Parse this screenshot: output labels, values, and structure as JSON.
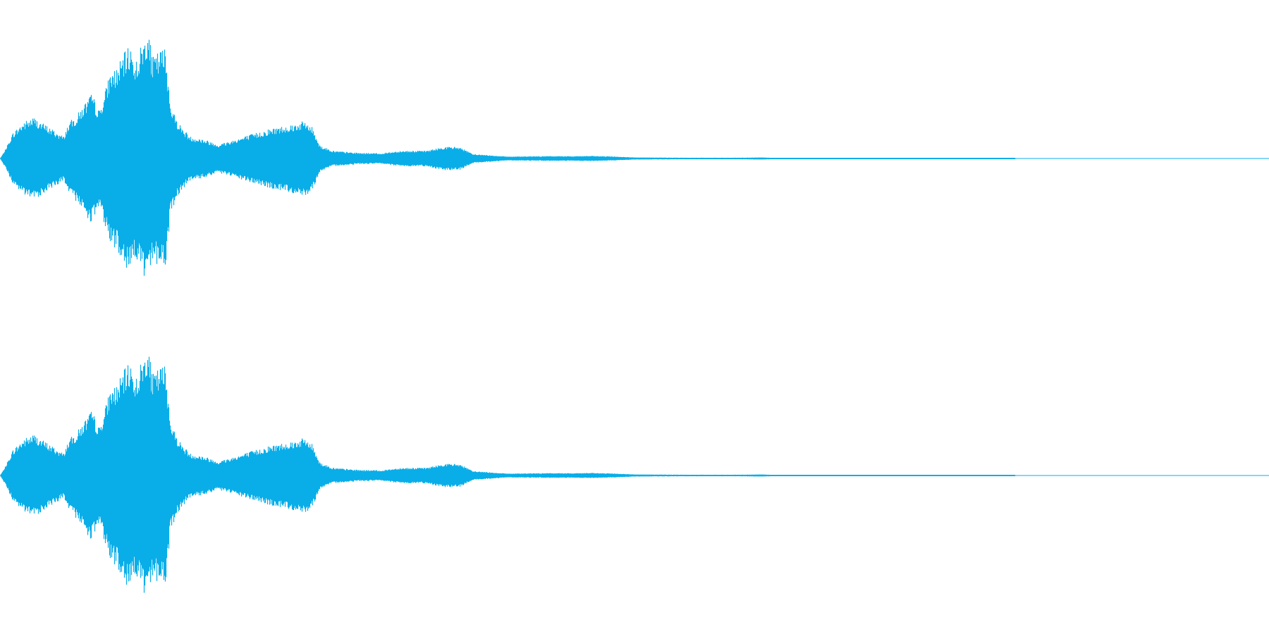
{
  "waveform": {
    "color": "#09aee8",
    "channels": [
      {
        "name": "left",
        "envelope": [
          [
            0.0,
            0.0
          ],
          [
            0.004,
            0.07
          ],
          [
            0.01,
            0.2
          ],
          [
            0.018,
            0.28
          ],
          [
            0.026,
            0.32
          ],
          [
            0.034,
            0.27
          ],
          [
            0.042,
            0.22
          ],
          [
            0.05,
            0.17
          ],
          [
            0.054,
            0.28
          ],
          [
            0.06,
            0.33
          ],
          [
            0.066,
            0.42
          ],
          [
            0.072,
            0.5
          ],
          [
            0.078,
            0.37
          ],
          [
            0.082,
            0.5
          ],
          [
            0.087,
            0.68
          ],
          [
            0.092,
            0.7
          ],
          [
            0.097,
            0.8
          ],
          [
            0.102,
            0.88
          ],
          [
            0.107,
            0.76
          ],
          [
            0.112,
            0.9
          ],
          [
            0.116,
            1.0
          ],
          [
            0.12,
            0.78
          ],
          [
            0.125,
            0.83
          ],
          [
            0.13,
            0.86
          ],
          [
            0.134,
            0.44
          ],
          [
            0.138,
            0.32
          ],
          [
            0.143,
            0.24
          ],
          [
            0.15,
            0.17
          ],
          [
            0.16,
            0.15
          ],
          [
            0.172,
            0.11
          ],
          [
            0.182,
            0.14
          ],
          [
            0.192,
            0.17
          ],
          [
            0.202,
            0.2
          ],
          [
            0.212,
            0.23
          ],
          [
            0.222,
            0.25
          ],
          [
            0.232,
            0.27
          ],
          [
            0.24,
            0.29
          ],
          [
            0.246,
            0.24
          ],
          [
            0.252,
            0.1
          ],
          [
            0.262,
            0.06
          ],
          [
            0.28,
            0.045
          ],
          [
            0.3,
            0.04
          ],
          [
            0.315,
            0.06
          ],
          [
            0.335,
            0.06
          ],
          [
            0.35,
            0.09
          ],
          [
            0.362,
            0.09
          ],
          [
            0.372,
            0.035
          ],
          [
            0.4,
            0.015
          ],
          [
            0.43,
            0.018
          ],
          [
            0.45,
            0.018
          ],
          [
            0.465,
            0.02
          ],
          [
            0.485,
            0.015
          ],
          [
            0.5,
            0.008
          ],
          [
            0.54,
            0.006
          ],
          [
            0.58,
            0.006
          ],
          [
            0.6,
            0.008
          ],
          [
            0.615,
            0.004
          ],
          [
            0.65,
            0.002
          ],
          [
            0.7,
            0.003
          ],
          [
            0.705,
            0.004
          ],
          [
            0.71,
            0.001
          ],
          [
            0.8,
            0.0
          ],
          [
            1.0,
            0.0
          ]
        ]
      },
      {
        "name": "right",
        "envelope": [
          [
            0.0,
            0.0
          ],
          [
            0.004,
            0.07
          ],
          [
            0.01,
            0.2
          ],
          [
            0.018,
            0.28
          ],
          [
            0.026,
            0.32
          ],
          [
            0.034,
            0.27
          ],
          [
            0.042,
            0.22
          ],
          [
            0.05,
            0.17
          ],
          [
            0.054,
            0.28
          ],
          [
            0.06,
            0.33
          ],
          [
            0.066,
            0.42
          ],
          [
            0.072,
            0.5
          ],
          [
            0.078,
            0.37
          ],
          [
            0.082,
            0.5
          ],
          [
            0.087,
            0.68
          ],
          [
            0.092,
            0.7
          ],
          [
            0.097,
            0.8
          ],
          [
            0.102,
            0.88
          ],
          [
            0.107,
            0.76
          ],
          [
            0.112,
            0.9
          ],
          [
            0.116,
            1.0
          ],
          [
            0.12,
            0.78
          ],
          [
            0.125,
            0.83
          ],
          [
            0.13,
            0.86
          ],
          [
            0.134,
            0.44
          ],
          [
            0.138,
            0.32
          ],
          [
            0.143,
            0.24
          ],
          [
            0.15,
            0.17
          ],
          [
            0.16,
            0.15
          ],
          [
            0.172,
            0.11
          ],
          [
            0.182,
            0.14
          ],
          [
            0.192,
            0.17
          ],
          [
            0.202,
            0.2
          ],
          [
            0.212,
            0.23
          ],
          [
            0.222,
            0.25
          ],
          [
            0.232,
            0.27
          ],
          [
            0.24,
            0.29
          ],
          [
            0.246,
            0.24
          ],
          [
            0.252,
            0.1
          ],
          [
            0.262,
            0.06
          ],
          [
            0.28,
            0.045
          ],
          [
            0.3,
            0.04
          ],
          [
            0.315,
            0.06
          ],
          [
            0.335,
            0.06
          ],
          [
            0.35,
            0.09
          ],
          [
            0.362,
            0.09
          ],
          [
            0.372,
            0.035
          ],
          [
            0.4,
            0.015
          ],
          [
            0.43,
            0.018
          ],
          [
            0.45,
            0.018
          ],
          [
            0.465,
            0.02
          ],
          [
            0.485,
            0.015
          ],
          [
            0.5,
            0.008
          ],
          [
            0.54,
            0.006
          ],
          [
            0.58,
            0.006
          ],
          [
            0.6,
            0.008
          ],
          [
            0.615,
            0.004
          ],
          [
            0.65,
            0.002
          ],
          [
            0.7,
            0.003
          ],
          [
            0.705,
            0.004
          ],
          [
            0.71,
            0.001
          ],
          [
            0.8,
            0.0
          ],
          [
            1.0,
            0.0
          ]
        ]
      }
    ]
  }
}
